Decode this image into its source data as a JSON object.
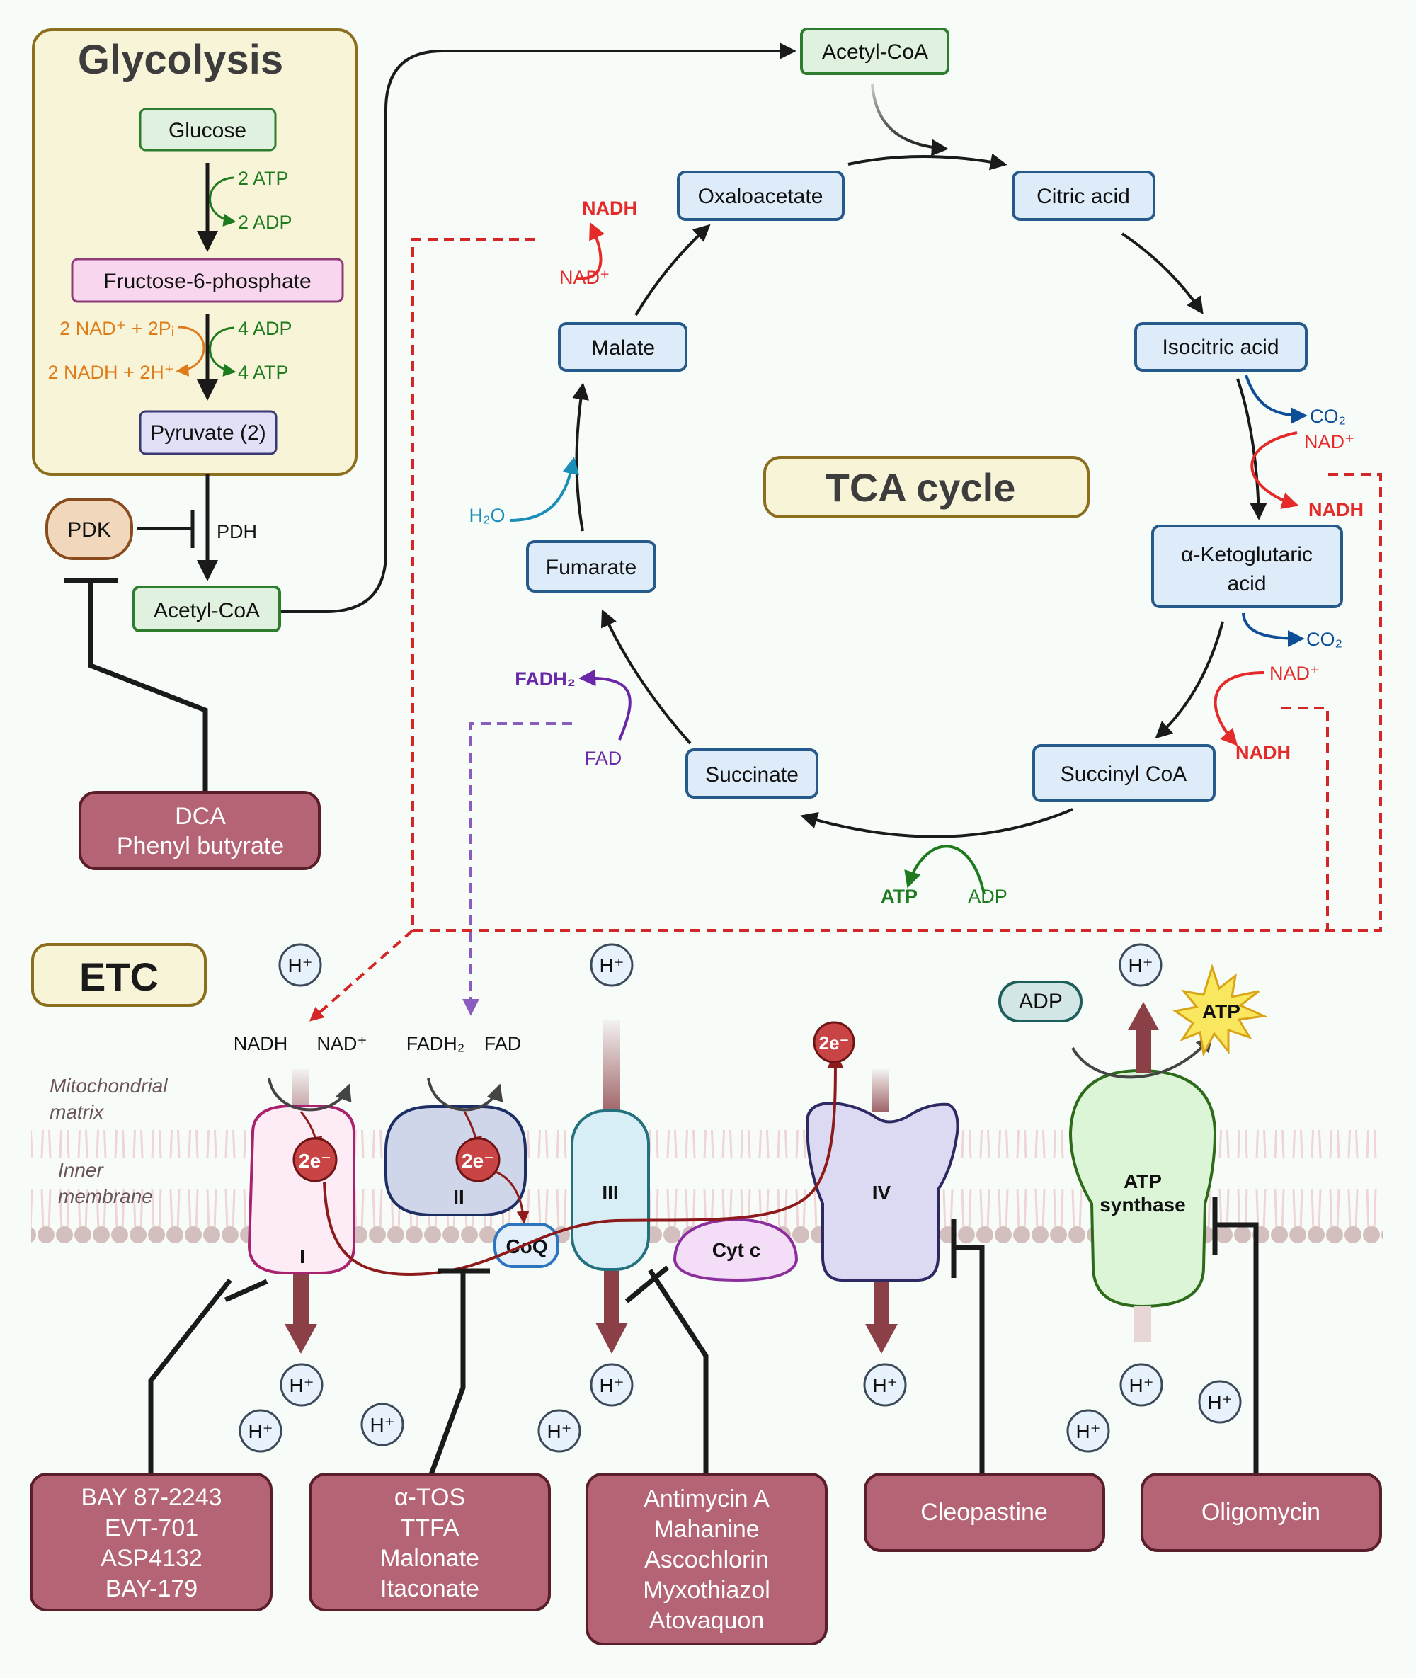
{
  "glycolysis": {
    "title": "Glycolysis",
    "glucose": "Glucose",
    "f6p": "Fructose-6-phosphate",
    "pyruvate": "Pyruvate (2)",
    "step1_in": "2 ATP",
    "step1_out": "2 ADP",
    "step2_in_left": "2 NAD⁺ + 2Pᵢ",
    "step2_out_left": "2 NADH + 2H⁺",
    "step2_in_right": "4 ADP",
    "step2_out_right": "4 ATP"
  },
  "pdh": {
    "pdk": "PDK",
    "pdh": "PDH",
    "acetyl_coa": "Acetyl-CoA",
    "inhibitors": [
      "DCA",
      "Phenyl butyrate"
    ]
  },
  "tca": {
    "title": "TCA cycle",
    "acetyl_coa": "Acetyl-CoA",
    "oxaloacetate": "Oxaloacetate",
    "citric_acid": "Citric acid",
    "isocitric_acid": "Isocitric acid",
    "akg_line1": "α-Ketoglutaric",
    "akg_line2": "acid",
    "succinyl_coa": "Succinyl CoA",
    "succinate": "Succinate",
    "fumarate": "Fumarate",
    "malate": "Malate",
    "malate_nad": "NAD⁺",
    "malate_nadh": "NADH",
    "iso_co2": "CO₂",
    "iso_nad": "NAD⁺",
    "iso_nadh": "NADH",
    "akg_co2": "CO₂",
    "akg_nad": "NAD⁺",
    "akg_nadh": "NADH",
    "atp": "ATP",
    "adp": "ADP",
    "fad": "FAD",
    "fadh2": "FADH₂",
    "h2o": "H₂O"
  },
  "etc": {
    "title": "ETC",
    "matrix_label_1": "Mitochondrial",
    "matrix_label_2": "matrix",
    "membrane_label_1": "Inner",
    "membrane_label_2": "membrane",
    "h_ion": "H⁺",
    "electrons": "2e⁻",
    "nadh": "NADH",
    "nad": "NAD⁺",
    "fadh2": "FADH₂",
    "fad": "FAD",
    "complex_1": "I",
    "complex_2": "II",
    "complex_3": "III",
    "complex_4": "IV",
    "coq": "CoQ",
    "cytc": "Cyt c",
    "atp_synthase_1": "ATP",
    "atp_synthase_2": "synthase",
    "adp": "ADP",
    "atp": "ATP"
  },
  "inhibitors": {
    "complex_1": [
      "BAY 87-2243",
      "EVT-701",
      "ASP4132",
      "BAY-179"
    ],
    "complex_2": [
      "α-TOS",
      "TTFA",
      "Malonate",
      "Itaconate"
    ],
    "complex_3": [
      "Antimycin A",
      "Mahanine",
      "Ascochlorin",
      "Myxothiazol",
      "Atovaquon"
    ],
    "complex_4": [
      "Cleopastine"
    ],
    "atp_synthase": [
      "Oligomycin"
    ]
  },
  "colors": {
    "background": "#f8fcf9",
    "title_box_fill": "#f7f4d8",
    "title_box_stroke": "#8c6f1e",
    "tca_node_fill": "#deebf9",
    "tca_node_stroke": "#265a8a",
    "inhibitor_fill": "#b56475",
    "inhibitor_stroke": "#5a1e2a",
    "nadh_red": "#e52a2a",
    "atp_green": "#1d7a1d",
    "co2_blue": "#0d4e96",
    "fad_purple": "#6a28a8",
    "proton_arrow": "#8b3f46"
  }
}
